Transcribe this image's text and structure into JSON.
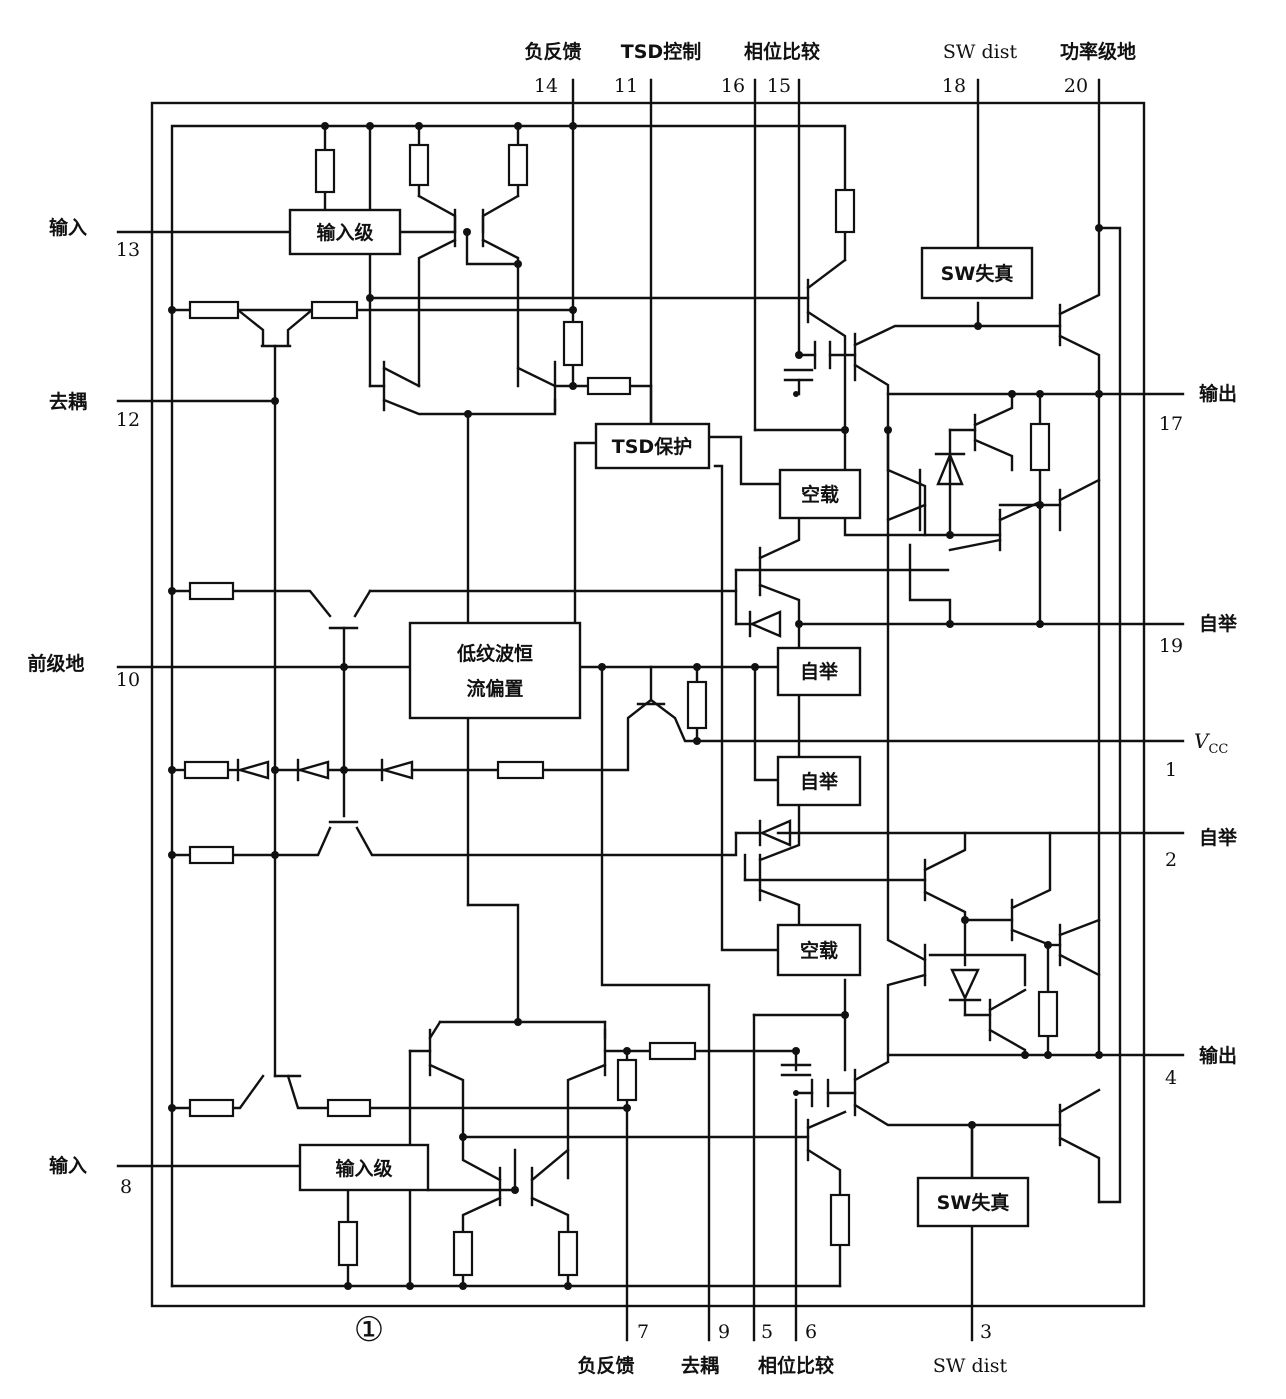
{
  "figure_number": "①",
  "top_pins": [
    {
      "num": "14",
      "label": "负反馈"
    },
    {
      "num": "11",
      "label": "TSD控制"
    },
    {
      "num": "16",
      "label": ""
    },
    {
      "num": "15",
      "label": "相位比较"
    },
    {
      "num": "18",
      "label": "SW dist"
    },
    {
      "num": "20",
      "label": "功率级地"
    }
  ],
  "left_pins": [
    {
      "num": "13",
      "label": "输入"
    },
    {
      "num": "12",
      "label": "去耦"
    },
    {
      "num": "10",
      "label": "前级地"
    },
    {
      "num": "8",
      "label": "输入"
    }
  ],
  "right_pins": [
    {
      "num": "17",
      "label": "输出"
    },
    {
      "num": "19",
      "label": "自举"
    },
    {
      "num": "1",
      "label": "V",
      "sub": "CC"
    },
    {
      "num": "2",
      "label": "自举"
    },
    {
      "num": "4",
      "label": "输出"
    }
  ],
  "bottom_pins": [
    {
      "num": "7",
      "label": "负反馈"
    },
    {
      "num": "9",
      "label": "去耦"
    },
    {
      "num": "5",
      "label": ""
    },
    {
      "num": "6",
      "label": "相位比较"
    },
    {
      "num": "3",
      "label": "SW dist"
    }
  ],
  "blocks": {
    "input_stage_top": "输入级",
    "input_stage_bottom": "输入级",
    "sw_distortion_top": "SW失真",
    "sw_distortion_bottom": "SW失真",
    "tsd_protect": "TSD保护",
    "idle_top": "空载",
    "idle_bottom": "空载",
    "bootstrap_1": "自举",
    "bootstrap_2": "自举",
    "bias_line1": "低纹波恒",
    "bias_line2": "流偏置"
  }
}
